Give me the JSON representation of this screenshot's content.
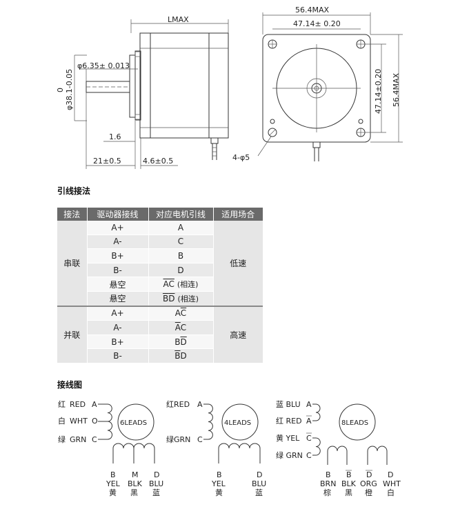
{
  "drawing": {
    "lmax": "LMAX",
    "shaft_dia": "φ6.35± 0.013",
    "boss_dia_sym": "φ",
    "boss_dia_val": "38.1",
    "boss_dia_tol_top": "0",
    "boss_dia_tol_bot": "-0.05",
    "d_1_6": "1.6",
    "d_21": "21±0.5",
    "d_4_6": "4.6±0.5",
    "d_56_top": "56.4MAX",
    "d_47_top": "47.14±  0.20",
    "d_47_side": "47.14±0.20",
    "d_56_side": "56.4MAX",
    "holes": "4-φ5"
  },
  "sections": {
    "wiring_method": "引线接法",
    "wiring_diagram": "接线图"
  },
  "table": {
    "headers": [
      "接法",
      "驱动器接线",
      "对应电机引线",
      "适用场合"
    ],
    "series_label": "串联",
    "series_speed": "低速",
    "parallel_label": "并联",
    "parallel_speed": "高速",
    "connected": "(相连)",
    "rows": [
      {
        "drv": "A+",
        "m1": "A",
        "m1o": false,
        "m2": "",
        "m2o": false,
        "extra": false
      },
      {
        "drv": "A-",
        "m1": "C",
        "m1o": false,
        "m2": "",
        "m2o": false,
        "extra": false
      },
      {
        "drv": "B+",
        "m1": "B",
        "m1o": false,
        "m2": "",
        "m2o": false,
        "extra": false
      },
      {
        "drv": "B-",
        "m1": "D",
        "m1o": false,
        "m2": "",
        "m2o": false,
        "extra": false
      },
      {
        "drv": "悬空",
        "m1": "A",
        "m1o": true,
        "m2": "C",
        "m2o": true,
        "extra": true
      },
      {
        "drv": "悬空",
        "m1": "B",
        "m1o": true,
        "m2": "D",
        "m2o": true,
        "extra": true
      },
      {
        "drv": "A+",
        "m1": "A",
        "m1o": false,
        "m2": "C",
        "m2o": true,
        "extra": false
      },
      {
        "drv": "A-",
        "m1": "A",
        "m1o": true,
        "m2": "C",
        "m2o": false,
        "extra": false
      },
      {
        "drv": "B+",
        "m1": "B",
        "m1o": false,
        "m2": "D",
        "m2o": true,
        "extra": false
      },
      {
        "drv": "B-",
        "m1": "B",
        "m1o": true,
        "m2": "D",
        "m2o": false,
        "extra": false
      }
    ]
  },
  "diagrams": {
    "d6": {
      "circle": "6LEADS",
      "left": [
        {
          "cn": "红",
          "en": "RED",
          "lead": "A"
        },
        {
          "cn": "白",
          "en": "WHT",
          "lead": "O"
        },
        {
          "cn": "绿",
          "en": "GRN",
          "lead": "C"
        }
      ],
      "bottom": [
        {
          "lead": "B",
          "en": "YEL",
          "cn": "黄"
        },
        {
          "lead": "M",
          "en": "BLK",
          "cn": "黑"
        },
        {
          "lead": "D",
          "en": "BLU",
          "cn": "蓝"
        }
      ]
    },
    "d4": {
      "circle": "4LEADS",
      "left": [
        {
          "label": "红RED",
          "lead": "A"
        },
        {
          "label": "绿GRN",
          "lead": "C"
        }
      ],
      "bottom": [
        {
          "lead": "B",
          "en": "YEL",
          "cn": "黄"
        },
        {
          "lead": "D",
          "en": "BLU",
          "cn": "蓝"
        }
      ]
    },
    "d8": {
      "circle": "8LEADS",
      "left": [
        {
          "label": "蓝 BLU",
          "lead": "A"
        },
        {
          "label": "红 RED",
          "lead": "A"
        },
        {
          "label": "黄 YEL",
          "lead": "C"
        },
        {
          "label": "绿 GRN",
          "lead": "C"
        }
      ],
      "bottom": [
        {
          "lead": "B",
          "en": "BRN",
          "cn": "棕"
        },
        {
          "lead": "B",
          "en": "BLK",
          "cn": "黑"
        },
        {
          "lead": "D",
          "en": "ORG",
          "cn": "橙"
        },
        {
          "lead": "D",
          "en": "WHT",
          "cn": "白"
        }
      ]
    }
  }
}
